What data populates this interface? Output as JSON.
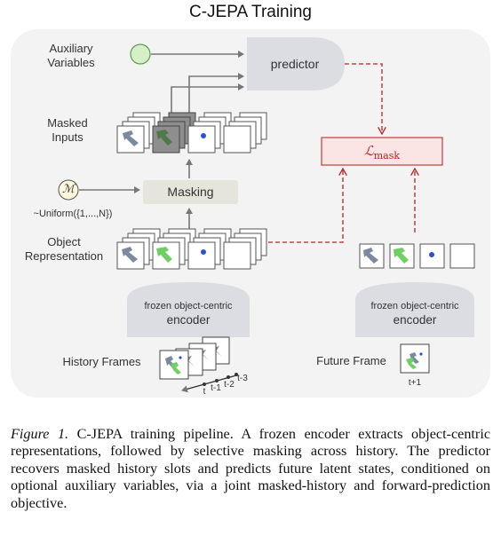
{
  "title": "C-JEPA Training",
  "labels": {
    "auxiliary_variables": "Auxiliary\nVariables",
    "masked_inputs": "Masked\nInputs",
    "object_representation": "Object\nRepresentation",
    "history_frames": "History Frames",
    "future_frame": "Future Frame",
    "predictor": "predictor",
    "masking": "Masking",
    "loss": "ℒ",
    "loss_sub": "mask",
    "mask_sampling_symbol": "ℳ",
    "mask_sampling": "~Uniform({1,...,N})",
    "encoder_left_line1": "frozen object-centric",
    "encoder_left_line2": "encoder",
    "encoder_right_line1": "frozen object-centric",
    "encoder_right_line2": "encoder",
    "time_t": "t",
    "time_t1": "t-1",
    "time_t2": "t-2",
    "time_t3": "t-3",
    "time_future": "t+1"
  },
  "caption": {
    "figure_label": "Figure 1.",
    "text": "C-JEPA training pipeline. A frozen encoder extracts object-centric representations, followed by selective masking across history. The predictor recovers masked history slots and predicts future latent states, conditioned on optional auxiliary variables, via a joint masked-history and forward-prediction objective."
  },
  "colors": {
    "panel_bg": "#f3f3f3",
    "predictor_fill": "#dcdde2",
    "masking_fill": "#e5e5dc",
    "loss_fill": "#fbe4e4",
    "loss_stroke": "#c73a3a",
    "dashed_arrow": "#b82424",
    "aux_circle_fill": "#d7efc7",
    "aux_circle_stroke": "#5e9a52",
    "slot_blue_gray": "#7d8a9e",
    "slot_green": "#6fcf62",
    "slot_dot": "#2d4fd6",
    "masked_fill": "#8e8e8e"
  }
}
